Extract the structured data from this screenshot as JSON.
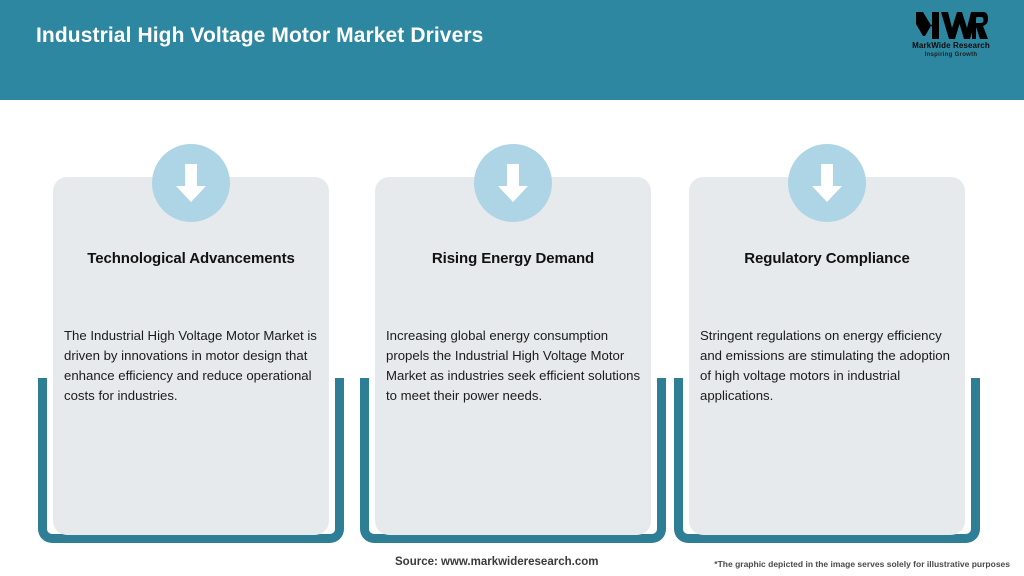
{
  "header": {
    "title": "Industrial High Voltage Motor Market Drivers",
    "bg_color": "#2E87A0",
    "logo": {
      "mark": "MWR",
      "name": "MarkWide Research",
      "tagline": "Inspiring Growth"
    }
  },
  "cards": [
    {
      "icon": "down-arrow-icon",
      "title": "Technological Advancements",
      "body": "The Industrial High Voltage Motor Market is driven by innovations in motor design that enhance efficiency and reduce operational costs for industries."
    },
    {
      "icon": "down-arrow-icon",
      "title": "Rising Energy Demand",
      "body": "Increasing global energy consumption propels the Industrial High Voltage Motor Market as industries seek efficient solutions to meet their power needs."
    },
    {
      "icon": "down-arrow-icon",
      "title": "Regulatory Compliance",
      "body": "Stringent regulations on energy efficiency and emissions are stimulating the adoption of high voltage motors in industrial applications."
    }
  ],
  "footer": {
    "source": "Source: www.markwideresearch.com",
    "disclaimer": "*The graphic depicted in the image serves solely for illustrative purposes"
  },
  "colors": {
    "header_teal": "#2E87A0",
    "frame_teal": "#2E7E96",
    "panel_grey": "#E7EAEC",
    "badge_blue": "#ADD5E5"
  }
}
